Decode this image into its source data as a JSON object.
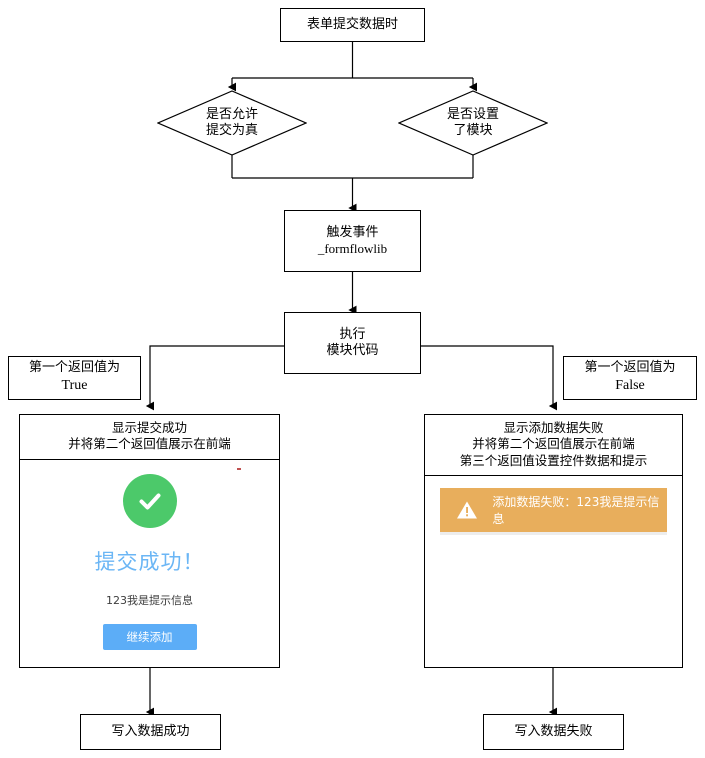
{
  "flowchart": {
    "title_node": "表单提交数据时",
    "decision_left": "是否允许\n提交为真",
    "decision_right": "是否设置\n了模块",
    "trigger_node_line1": "触发事件",
    "trigger_node_line2": "_formflowlib",
    "execute_node": "执行\n模块代码",
    "branch_label_left_line1": "第一个返回值为",
    "branch_label_left_line2": "True",
    "branch_label_right_line1": "第一个返回值为",
    "branch_label_right_line2": "False",
    "terminal_left": "写入数据成功",
    "terminal_right": "写入数据失败"
  },
  "success_panel": {
    "header": "显示提交成功\n并将第二个返回值展示在前端",
    "check_icon": "check-circle-icon",
    "title": "提交成功！",
    "message": "123我是提示信息",
    "button_label": "继续添加",
    "colors": {
      "check_green": "#4cc96a",
      "title_blue": "#6bb6f5",
      "button_blue": "#5cadf7"
    }
  },
  "error_panel": {
    "header": "显示添加数据失败\n并将第二个返回值展示在前端\n第三个返回值设置控件数据和提示",
    "warning_icon": "warning-triangle-icon",
    "alert_text": "添加数据失败：123我是提示信息",
    "colors": {
      "alert_orange": "#e8ae5c"
    }
  }
}
